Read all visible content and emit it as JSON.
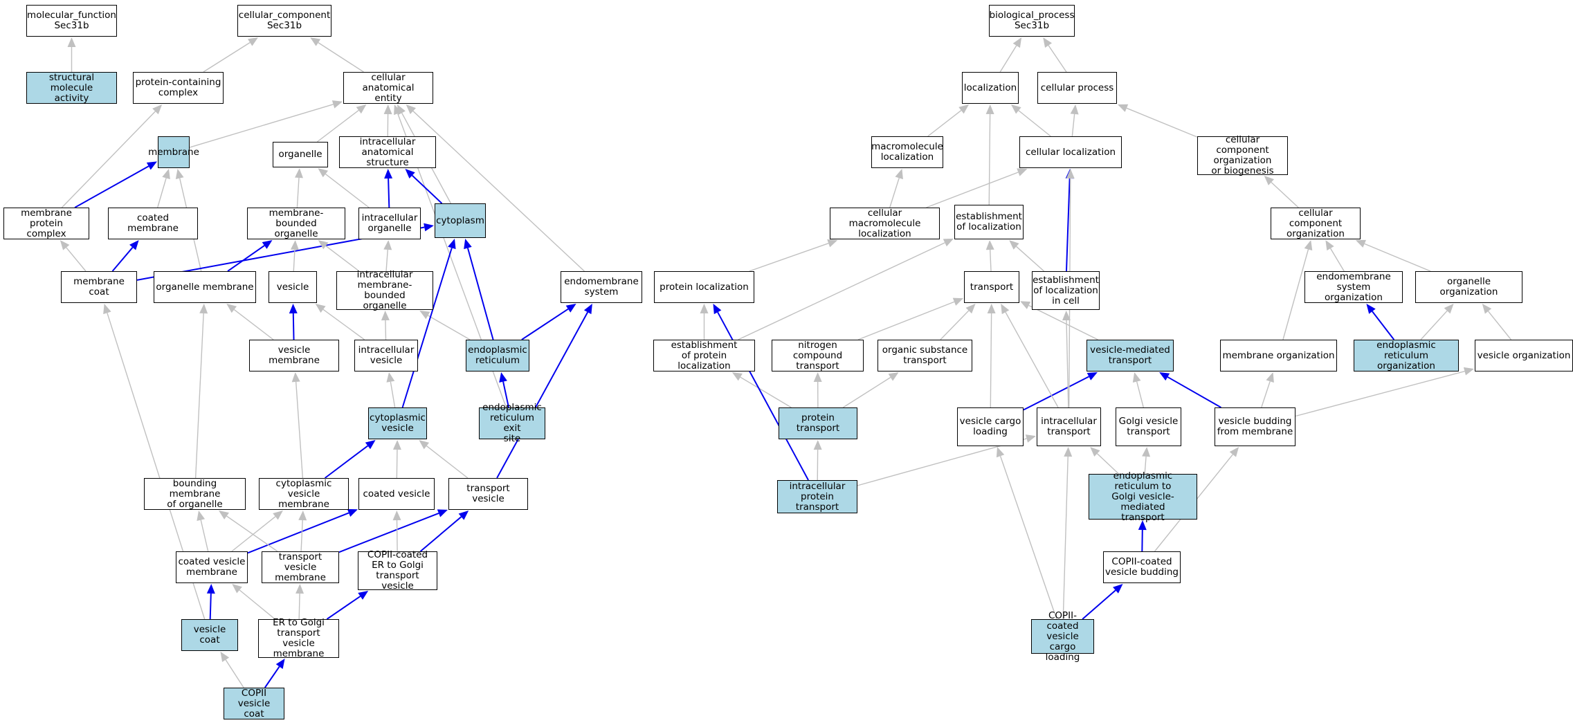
{
  "colors": {
    "highlight": "#add8e6",
    "plain": "#ffffff",
    "edge_blue": "#0000ee",
    "edge_grey": "#c0c0c0"
  },
  "nodes": [
    {
      "id": "mf",
      "label": "molecular_function\nSec31b",
      "hl": false
    },
    {
      "id": "sma",
      "label": "structural molecule\nactivity",
      "hl": true
    },
    {
      "id": "cc",
      "label": "cellular_component\nSec31b",
      "hl": false
    },
    {
      "id": "pcc",
      "label": "protein-containing\ncomplex",
      "hl": false
    },
    {
      "id": "cae",
      "label": "cellular anatomical\nentity",
      "hl": false
    },
    {
      "id": "mem",
      "label": "membrane",
      "hl": true
    },
    {
      "id": "org",
      "label": "organelle",
      "hl": false
    },
    {
      "id": "ias",
      "label": "intracellular\nanatomical structure",
      "hl": false
    },
    {
      "id": "mpc",
      "label": "membrane protein\ncomplex",
      "hl": false
    },
    {
      "id": "cm",
      "label": "coated membrane",
      "hl": false
    },
    {
      "id": "mbo",
      "label": "membrane-bounded\norganelle",
      "hl": false
    },
    {
      "id": "io",
      "label": "intracellular\norganelle",
      "hl": false
    },
    {
      "id": "cyt",
      "label": "cytoplasm",
      "hl": true
    },
    {
      "id": "mc",
      "label": "membrane coat",
      "hl": false
    },
    {
      "id": "om",
      "label": "organelle membrane",
      "hl": false
    },
    {
      "id": "ves",
      "label": "vesicle",
      "hl": false
    },
    {
      "id": "imbo",
      "label": "intracellular\nmembrane-bounded\norganelle",
      "hl": false
    },
    {
      "id": "ems",
      "label": "endomembrane\nsystem",
      "hl": false
    },
    {
      "id": "vm",
      "label": "vesicle membrane",
      "hl": false
    },
    {
      "id": "iv",
      "label": "intracellular\nvesicle",
      "hl": false
    },
    {
      "id": "er",
      "label": "endoplasmic\nreticulum",
      "hl": true
    },
    {
      "id": "cv",
      "label": "cytoplasmic\nvesicle",
      "hl": true
    },
    {
      "id": "eres",
      "label": "endoplasmic\nreticulum exit\nsite",
      "hl": true
    },
    {
      "id": "bmo",
      "label": "bounding membrane\nof organelle",
      "hl": false
    },
    {
      "id": "cvm",
      "label": "cytoplasmic\nvesicle membrane",
      "hl": false
    },
    {
      "id": "cov",
      "label": "coated vesicle",
      "hl": false
    },
    {
      "id": "tv",
      "label": "transport vesicle",
      "hl": false
    },
    {
      "id": "covm",
      "label": "coated vesicle\nmembrane",
      "hl": false
    },
    {
      "id": "tvm",
      "label": "transport vesicle\nmembrane",
      "hl": false
    },
    {
      "id": "copii_er",
      "label": "COPII-coated\nER to Golgi\ntransport vesicle",
      "hl": false
    },
    {
      "id": "vc",
      "label": "vesicle coat",
      "hl": true
    },
    {
      "id": "ergtvm",
      "label": "ER to Golgi\ntransport vesicle\nmembrane",
      "hl": false
    },
    {
      "id": "copiivc",
      "label": "COPII vesicle\ncoat",
      "hl": true
    },
    {
      "id": "bp",
      "label": "biological_process\nSec31b",
      "hl": false
    },
    {
      "id": "loc",
      "label": "localization",
      "hl": false
    },
    {
      "id": "cp",
      "label": "cellular process",
      "hl": false
    },
    {
      "id": "mloc",
      "label": "macromolecule\nlocalization",
      "hl": false
    },
    {
      "id": "cloc",
      "label": "cellular localization",
      "hl": false
    },
    {
      "id": "ccob",
      "label": "cellular component\norganization\nor biogenesis",
      "hl": false
    },
    {
      "id": "cmloc",
      "label": "cellular macromolecule\nlocalization",
      "hl": false
    },
    {
      "id": "eloc",
      "label": "establishment\nof localization",
      "hl": false
    },
    {
      "id": "cco",
      "label": "cellular component\norganization",
      "hl": false
    },
    {
      "id": "ploc",
      "label": "protein localization",
      "hl": false
    },
    {
      "id": "tr",
      "label": "transport",
      "hl": false
    },
    {
      "id": "elc",
      "label": "establishment\nof localization\nin cell",
      "hl": false
    },
    {
      "id": "emso",
      "label": "endomembrane\nsystem organization",
      "hl": false
    },
    {
      "id": "oo",
      "label": "organelle organization",
      "hl": false
    },
    {
      "id": "eploc",
      "label": "establishment\nof protein localization",
      "hl": false
    },
    {
      "id": "nct",
      "label": "nitrogen compound\ntransport",
      "hl": false
    },
    {
      "id": "ost",
      "label": "organic substance\ntransport",
      "hl": false
    },
    {
      "id": "vmt",
      "label": "vesicle-mediated\ntransport",
      "hl": true
    },
    {
      "id": "mo",
      "label": "membrane organization",
      "hl": false
    },
    {
      "id": "ero",
      "label": "endoplasmic\nreticulum organization",
      "hl": true
    },
    {
      "id": "vo",
      "label": "vesicle organization",
      "hl": false
    },
    {
      "id": "pt",
      "label": "protein transport",
      "hl": true
    },
    {
      "id": "vcl",
      "label": "vesicle cargo\nloading",
      "hl": false
    },
    {
      "id": "it",
      "label": "intracellular\ntransport",
      "hl": false
    },
    {
      "id": "gvt",
      "label": "Golgi vesicle\ntransport",
      "hl": false
    },
    {
      "id": "vbm",
      "label": "vesicle budding\nfrom membrane",
      "hl": false
    },
    {
      "id": "ipt",
      "label": "intracellular\nprotein transport",
      "hl": true
    },
    {
      "id": "ergvt",
      "label": "endoplasmic\nreticulum to\nGolgi vesicle-mediated\ntransport",
      "hl": true
    },
    {
      "id": "copiivb",
      "label": "COPII-coated\nvesicle budding",
      "hl": false
    },
    {
      "id": "copiivcl",
      "label": "COPII-coated\nvesicle cargo\nloading",
      "hl": true
    }
  ],
  "edges": [
    [
      "sma",
      "mf",
      "g"
    ],
    [
      "pcc",
      "cc",
      "g"
    ],
    [
      "cae",
      "cc",
      "g"
    ],
    [
      "mem",
      "cae",
      "g"
    ],
    [
      "org",
      "cae",
      "g"
    ],
    [
      "ias",
      "cae",
      "g"
    ],
    [
      "cyt",
      "cae",
      "g"
    ],
    [
      "eres",
      "cae",
      "g"
    ],
    [
      "ems",
      "cae",
      "g"
    ],
    [
      "mpc",
      "pcc",
      "g"
    ],
    [
      "mpc",
      "mem",
      "b"
    ],
    [
      "cm",
      "mem",
      "g"
    ],
    [
      "om",
      "mem",
      "g"
    ],
    [
      "mbo",
      "org",
      "g"
    ],
    [
      "io",
      "org",
      "g"
    ],
    [
      "io",
      "ias",
      "b"
    ],
    [
      "cyt",
      "ias",
      "b"
    ],
    [
      "mc",
      "mpc",
      "g"
    ],
    [
      "mc",
      "cm",
      "b"
    ],
    [
      "mc",
      "cyt",
      "b"
    ],
    [
      "om",
      "mbo",
      "b"
    ],
    [
      "ves",
      "mbo",
      "g"
    ],
    [
      "imbo",
      "mbo",
      "g"
    ],
    [
      "imbo",
      "io",
      "g"
    ],
    [
      "vm",
      "om",
      "g"
    ],
    [
      "vm",
      "ves",
      "b"
    ],
    [
      "iv",
      "ves",
      "g"
    ],
    [
      "iv",
      "imbo",
      "g"
    ],
    [
      "er",
      "imbo",
      "g"
    ],
    [
      "er",
      "cyt",
      "b"
    ],
    [
      "er",
      "ems",
      "b"
    ],
    [
      "eres",
      "er",
      "b"
    ],
    [
      "cv",
      "iv",
      "g"
    ],
    [
      "cv",
      "cyt",
      "b"
    ],
    [
      "tv",
      "ems",
      "b"
    ],
    [
      "bmo",
      "om",
      "g"
    ],
    [
      "cvm",
      "vm",
      "g"
    ],
    [
      "cvm",
      "cv",
      "b"
    ],
    [
      "cov",
      "cv",
      "g"
    ],
    [
      "tv",
      "cv",
      "g"
    ],
    [
      "covm",
      "bmo",
      "g"
    ],
    [
      "covm",
      "cvm",
      "g"
    ],
    [
      "covm",
      "cov",
      "b"
    ],
    [
      "tvm",
      "cvm",
      "g"
    ],
    [
      "tvm",
      "tv",
      "b"
    ],
    [
      "tvm",
      "bmo",
      "g"
    ],
    [
      "copii_er",
      "cov",
      "g"
    ],
    [
      "copii_er",
      "tv",
      "b"
    ],
    [
      "vc",
      "covm",
      "b"
    ],
    [
      "vc",
      "mc",
      "g"
    ],
    [
      "ergtvm",
      "covm",
      "g"
    ],
    [
      "ergtvm",
      "tvm",
      "g"
    ],
    [
      "ergtvm",
      "copii_er",
      "b"
    ],
    [
      "copiivc",
      "vc",
      "g"
    ],
    [
      "copiivc",
      "ergtvm",
      "b"
    ],
    [
      "loc",
      "bp",
      "g"
    ],
    [
      "cp",
      "bp",
      "g"
    ],
    [
      "mloc",
      "loc",
      "g"
    ],
    [
      "cloc",
      "loc",
      "g"
    ],
    [
      "cloc",
      "cp",
      "g"
    ],
    [
      "ccob",
      "cp",
      "g"
    ],
    [
      "cmloc",
      "mloc",
      "g"
    ],
    [
      "cmloc",
      "cloc",
      "g"
    ],
    [
      "eloc",
      "loc",
      "g"
    ],
    [
      "cco",
      "ccob",
      "g"
    ],
    [
      "ploc",
      "cmloc",
      "g"
    ],
    [
      "tr",
      "eloc",
      "g"
    ],
    [
      "elc",
      "eloc",
      "g"
    ],
    [
      "elc",
      "cloc",
      "b"
    ],
    [
      "emso",
      "cco",
      "g"
    ],
    [
      "oo",
      "cco",
      "g"
    ],
    [
      "mo",
      "cco",
      "g"
    ],
    [
      "eploc",
      "ploc",
      "g"
    ],
    [
      "eploc",
      "eloc",
      "g"
    ],
    [
      "nct",
      "tr",
      "g"
    ],
    [
      "ost",
      "tr",
      "g"
    ],
    [
      "vmt",
      "tr",
      "g"
    ],
    [
      "ero",
      "emso",
      "b"
    ],
    [
      "ero",
      "oo",
      "g"
    ],
    [
      "vo",
      "oo",
      "g"
    ],
    [
      "pt",
      "eploc",
      "g"
    ],
    [
      "pt",
      "nct",
      "g"
    ],
    [
      "pt",
      "ost",
      "g"
    ],
    [
      "vcl",
      "vmt",
      "b"
    ],
    [
      "vcl",
      "tr",
      "g"
    ],
    [
      "it",
      "tr",
      "g"
    ],
    [
      "it",
      "elc",
      "g"
    ],
    [
      "it",
      "cloc",
      "g"
    ],
    [
      "gvt",
      "vmt",
      "g"
    ],
    [
      "vbm",
      "vmt",
      "b"
    ],
    [
      "vbm",
      "mo",
      "g"
    ],
    [
      "vbm",
      "vo",
      "g"
    ],
    [
      "ipt",
      "pt",
      "g"
    ],
    [
      "ipt",
      "it",
      "g"
    ],
    [
      "ipt",
      "ploc",
      "b"
    ],
    [
      "ergvt",
      "gvt",
      "g"
    ],
    [
      "ergvt",
      "it",
      "g"
    ],
    [
      "copiivb",
      "ergvt",
      "b"
    ],
    [
      "copiivb",
      "vbm",
      "g"
    ],
    [
      "copiivcl",
      "copiivb",
      "b"
    ],
    [
      "copiivcl",
      "vcl",
      "g"
    ],
    [
      "copiivcl",
      "it",
      "g"
    ]
  ]
}
